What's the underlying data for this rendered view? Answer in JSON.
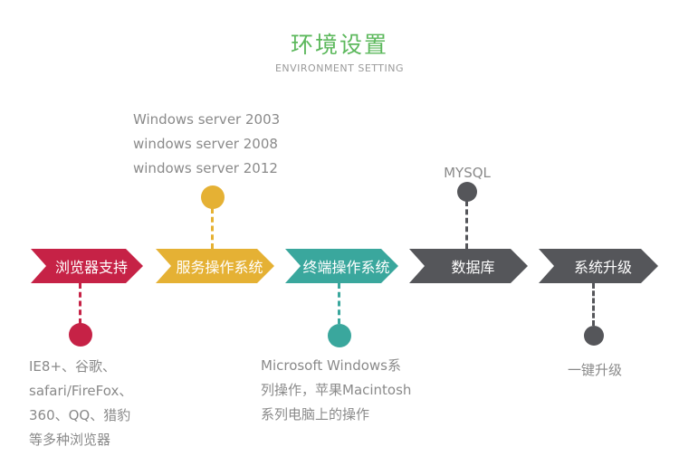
{
  "header": {
    "title": "环境设置",
    "subtitle": "ENVIRONMENT SETTING"
  },
  "colors": {
    "title_green": "#5cb85c",
    "subtitle_gray": "#9a9a9a",
    "note_gray": "#8a8a8a",
    "red": "#c62246",
    "yellow": "#e5b134",
    "teal": "#3aa79d",
    "dark": "#55565a"
  },
  "stages": [
    {
      "label": "浏览器支持",
      "color": "#c62246",
      "note_position": "below",
      "note_lines": [
        "IE8+、谷歌、",
        "safari/FireFox、",
        "360、QQ、猎豹",
        "等多种浏览器"
      ]
    },
    {
      "label": "服务操作系统",
      "color": "#e5b134",
      "note_position": "above",
      "note_lines": [
        "Windows server 2003",
        "windows server 2008",
        "windows server 2012"
      ]
    },
    {
      "label": "终端操作系统",
      "color": "#3aa79d",
      "note_position": "below",
      "note_lines": [
        "Microsoft Windows系",
        "列操作，苹果Macintosh",
        "系列电脑上的操作"
      ]
    },
    {
      "label": "数据库",
      "color": "#55565a",
      "note_position": "above",
      "note_lines": [
        "MYSQL"
      ]
    },
    {
      "label": "系统升级",
      "color": "#55565a",
      "note_position": "below",
      "note_lines": [
        "一键升级"
      ]
    }
  ]
}
